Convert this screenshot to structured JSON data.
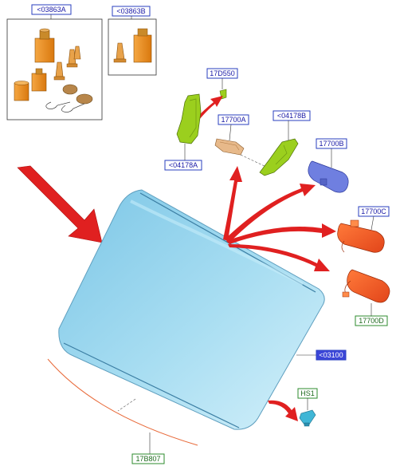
{
  "labels": {
    "kit_a": "<03863A",
    "kit_b": "<03863B",
    "sensor_cover_small": "17D550",
    "mirror_mount": "17700A",
    "cover_left": "<04178A",
    "cover_right": "<04178B",
    "mirror_blue": "17700B",
    "mirror_c": "17700C",
    "mirror_d": "17700D",
    "windshield": "<03100",
    "clip": "HS1",
    "moulding": "17B807"
  },
  "colors": {
    "label_blue": "#2a3fbf",
    "label_green": "#2e8b2e",
    "windshield": "#9fd6ee",
    "arrow_red": "#e02020",
    "part_orange": "#f08a1c",
    "part_green": "#9bcf1e",
    "part_blue": "#6f7fe0",
    "part_tan": "#e7b98a"
  }
}
